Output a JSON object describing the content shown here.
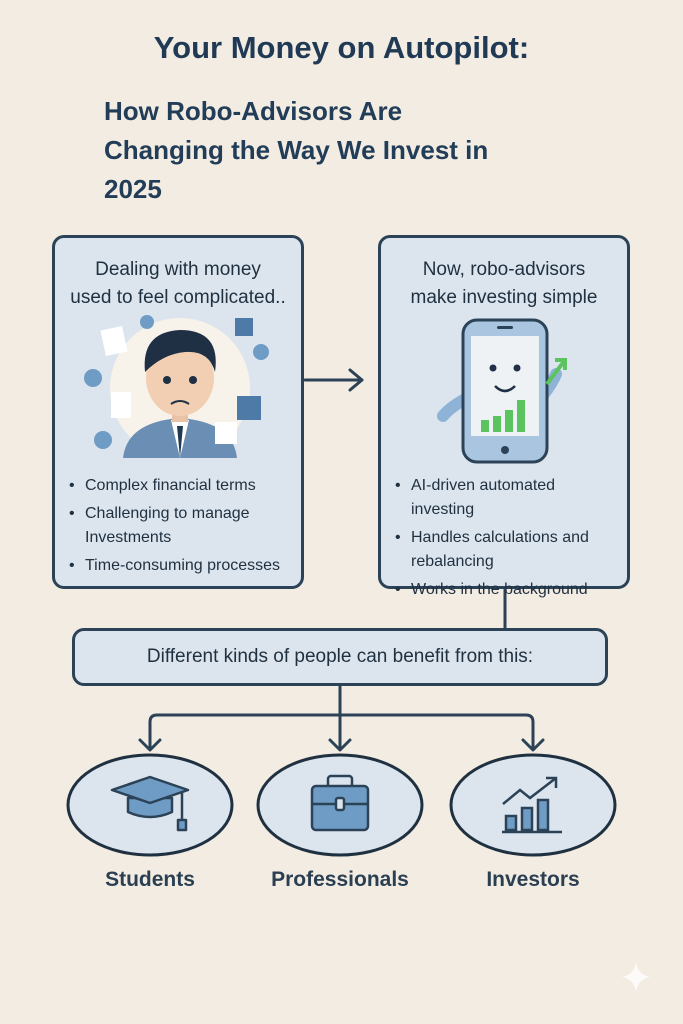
{
  "title": "Your Money on Autopilot:",
  "subtitle_lines": [
    "How Robo-Advisors Are",
    "Changing the Way We Invest in",
    "2025"
  ],
  "left_panel": {
    "heading_lines": [
      "Dealing with money",
      "used to feel complicated.."
    ],
    "illustration": "stressed-person-with-documents",
    "bullets": [
      "Complex financial terms",
      "Challenging to manage Investments",
      "Time-consuming processes"
    ]
  },
  "right_panel": {
    "heading_lines": [
      "Now, robo-advisors",
      "make investing simple"
    ],
    "illustration": "smiling-smartphone-with-growth-chart",
    "bullets": [
      "AI-driven automated investing",
      "Handles calculations and rebalancing",
      "Works in the background"
    ]
  },
  "benefit_box": "Different kinds of people can benefit from this:",
  "audiences": [
    {
      "label": "Students",
      "icon": "graduation-cap-icon"
    },
    {
      "label": "Professionals",
      "icon": "briefcase-icon"
    },
    {
      "label": "Investors",
      "icon": "bar-chart-trend-icon"
    }
  ],
  "colors": {
    "background": "#f3ece2",
    "ink": "#2b4257",
    "panel": "#dce5ee",
    "icon_fill": "#6f9cc4",
    "growth": "#5bc45f"
  }
}
